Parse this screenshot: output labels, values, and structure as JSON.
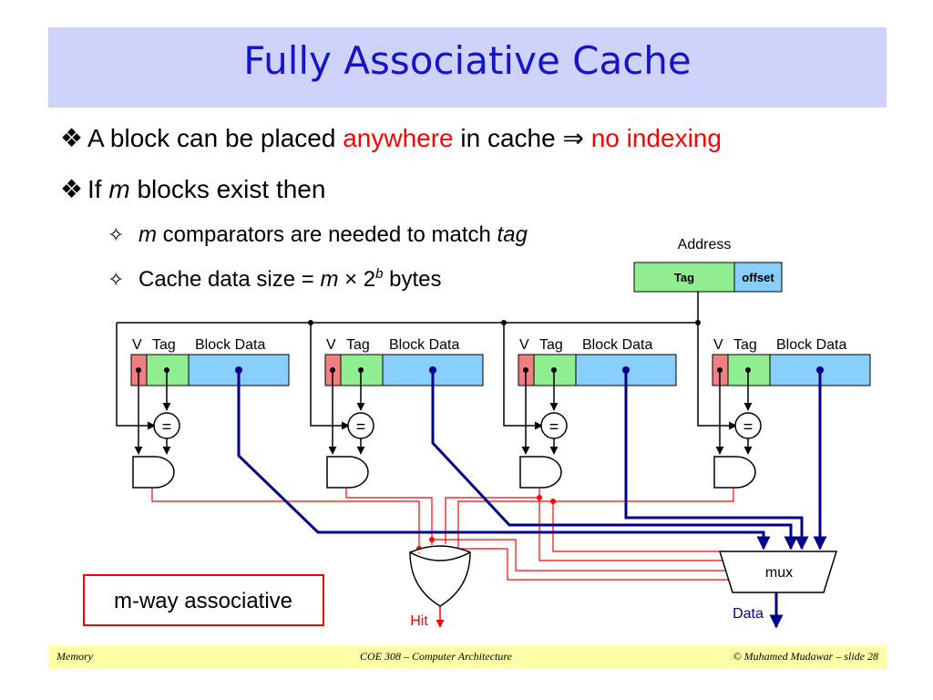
{
  "title": "Fully Associative Cache",
  "bullets": {
    "b1": {
      "before": "A block can be placed ",
      "highlight1": "anywhere",
      "middle": " in cache ",
      "arrow": "⇒",
      "highlight2": " no indexing"
    },
    "b2": {
      "if": "If ",
      "m": "m",
      "rest": " blocks exist then"
    },
    "s1": {
      "m": "m",
      "rest": " comparators are needed to match ",
      "tag": "tag"
    },
    "s2": {
      "before": "Cache data size = ",
      "m": "m",
      "times": " × 2",
      "b": "b",
      "after": " bytes"
    }
  },
  "diagram": {
    "address_label": "Address",
    "address_tag": "Tag",
    "address_offset": "offset",
    "entry_headers": {
      "v": "V",
      "tag": "Tag",
      "data": "Block Data"
    },
    "comparator_symbol": "=",
    "entries": 4,
    "mux_label": "mux",
    "hit_label": "Hit",
    "data_label": "Data",
    "callout": "m-way associative",
    "colors": {
      "valid": "#f08080",
      "tag": "#90ee90",
      "data": "#87cefa",
      "red_wire": "#ff0000",
      "blue_wire": "#00008b",
      "title": "#1515c8"
    }
  },
  "footer": {
    "left": "Memory",
    "center": "COE 308 – Computer Architecture",
    "right": "© Muhamed Mudawar – slide 28"
  }
}
